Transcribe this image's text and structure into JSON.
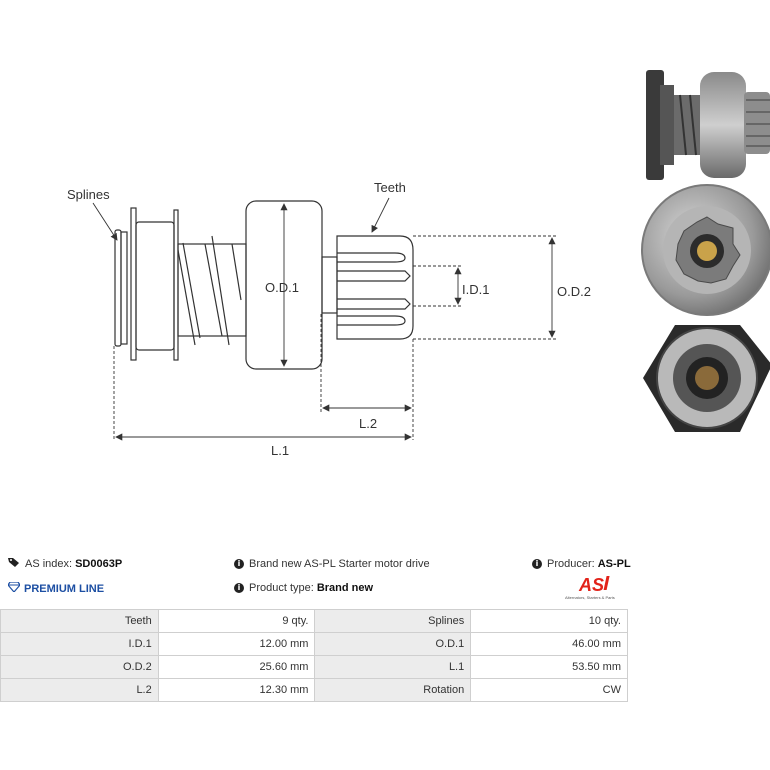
{
  "drawing": {
    "labels": {
      "splines": "Splines",
      "teeth": "Teeth",
      "od1": "O.D.1",
      "id1": "I.D.1",
      "od2": "O.D.2",
      "l2": "L.2",
      "l1": "L.1"
    }
  },
  "photos": [
    {
      "view": "side-view"
    },
    {
      "view": "front-view"
    },
    {
      "view": "rear-view"
    }
  ],
  "info": {
    "as_index_label": "AS index:",
    "as_index_value": "SD0063P",
    "line_label": "PREMIUM LINE",
    "description": "Brand new AS-PL Starter motor drive",
    "product_type_label": "Product type:",
    "product_type_value": "Brand new",
    "producer_label": "Producer:",
    "producer_value": "AS-PL"
  },
  "logo": {
    "text": "AS",
    "subtext": "Alternators, Starters & Parts",
    "color": "#e2231a"
  },
  "specs": [
    {
      "label1": "Teeth",
      "value1": "9 qty.",
      "label2": "Splines",
      "value2": "10 qty."
    },
    {
      "label1": "I.D.1",
      "value1": "12.00 mm",
      "label2": "O.D.1",
      "value2": "46.00 mm"
    },
    {
      "label1": "O.D.2",
      "value1": "25.60 mm",
      "label2": "L.1",
      "value2": "53.50 mm"
    },
    {
      "label1": "L.2",
      "value1": "12.30 mm",
      "label2": "Rotation",
      "value2": "CW"
    }
  ],
  "colors": {
    "premium_blue": "#1d4fa3",
    "table_label_bg": "#ececec",
    "border": "#cfcfcf"
  }
}
